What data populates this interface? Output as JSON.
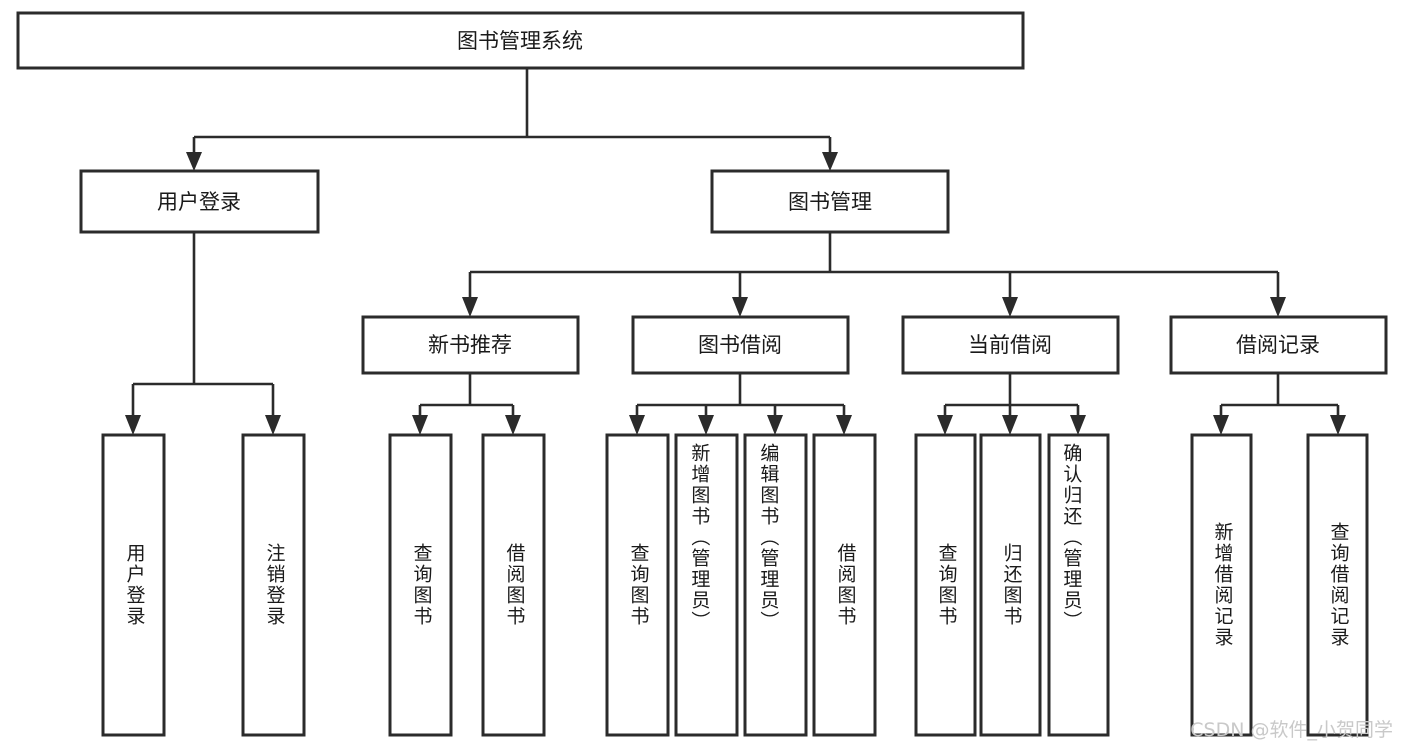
{
  "diagram": {
    "type": "tree-hierarchy-chart",
    "title": "图书管理系统",
    "orientation": "top-down",
    "colors": {
      "box_stroke": "#2b2b2b",
      "box_fill": "#ffffff",
      "line": "#2b2b2b",
      "label_text": "#1a1a1a",
      "background": "#ffffff",
      "watermark": "#c9c9c9"
    },
    "root": {
      "id": "root",
      "label": "图书管理系统"
    },
    "level1": [
      {
        "id": "user-login",
        "label": "用户登录"
      },
      {
        "id": "book-management",
        "label": "图书管理"
      }
    ],
    "level2": [
      {
        "id": "new-book-recommend",
        "label": "新书推荐",
        "parent": "book-management"
      },
      {
        "id": "book-borrow",
        "label": "图书借阅",
        "parent": "book-management"
      },
      {
        "id": "current-borrow",
        "label": "当前借阅",
        "parent": "book-management"
      },
      {
        "id": "borrow-record",
        "label": "借阅记录",
        "parent": "book-management"
      }
    ],
    "leaves": {
      "user-login": [
        {
          "id": "leaf-user-login",
          "label": "用户登录"
        },
        {
          "id": "leaf-user-logout",
          "label": "注销登录"
        }
      ],
      "new-book-recommend": [
        {
          "id": "leaf-query-book-1",
          "label": "查询图书"
        },
        {
          "id": "leaf-borrow-book-1",
          "label": "借阅图书"
        }
      ],
      "book-borrow": [
        {
          "id": "leaf-query-book-2",
          "label": "查询图书"
        },
        {
          "id": "leaf-add-book",
          "label": "新增图书（管理员）"
        },
        {
          "id": "leaf-edit-book",
          "label": "编辑图书（管理员）"
        },
        {
          "id": "leaf-borrow-book-2",
          "label": "借阅图书"
        }
      ],
      "current-borrow": [
        {
          "id": "leaf-query-book-3",
          "label": "查询图书"
        },
        {
          "id": "leaf-return-book",
          "label": "归还图书"
        },
        {
          "id": "leaf-confirm-return",
          "label": "确认归还（管理员）"
        }
      ],
      "borrow-record": [
        {
          "id": "leaf-add-record",
          "label": "新增借阅记录"
        },
        {
          "id": "leaf-query-record",
          "label": "查询借阅记录"
        }
      ]
    }
  },
  "watermark": {
    "label": "CSDN @软件_小贺同学"
  }
}
